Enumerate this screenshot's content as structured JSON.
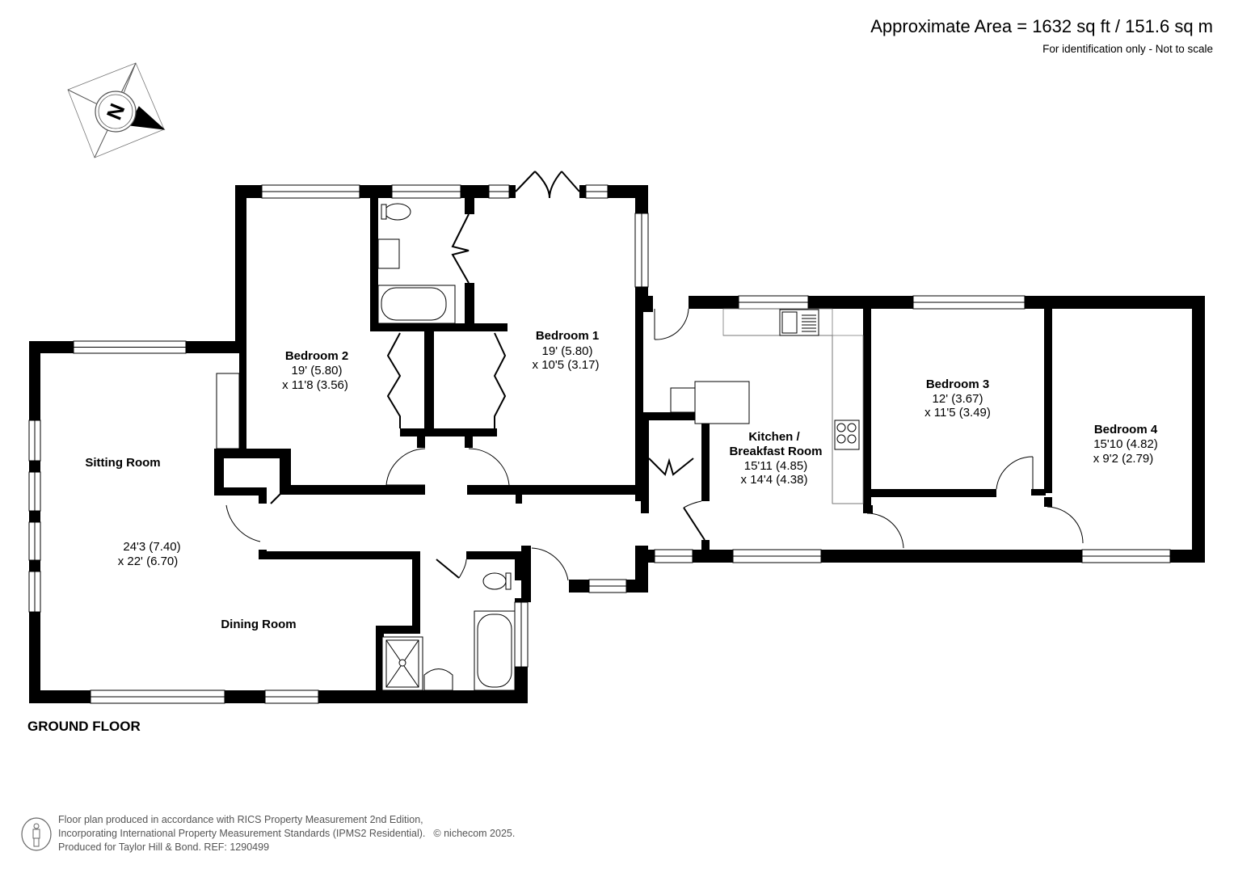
{
  "header": {
    "approximate_area": "Approximate Area = 1632 sq ft / 151.6 sq m",
    "disclaimer": "For identification only - Not to scale"
  },
  "compass": {
    "label": "N",
    "icon": "compass-rose-icon"
  },
  "floor_label": "GROUND FLOOR",
  "rooms": {
    "bedroom1": {
      "name": "Bedroom 1",
      "dim1": "19' (5.80)",
      "dim2": "x 10'5 (3.17)"
    },
    "bedroom2": {
      "name": "Bedroom 2",
      "dim1": "19' (5.80)",
      "dim2": "x 11'8 (3.56)"
    },
    "bedroom3": {
      "name": "Bedroom 3",
      "dim1": "12' (3.67)",
      "dim2": "x 11'5 (3.49)"
    },
    "bedroom4": {
      "name": "Bedroom 4",
      "dim1": "15'10 (4.82)",
      "dim2": "x 9'2 (2.79)"
    },
    "kitchen": {
      "name_line1": "Kitchen /",
      "name_line2": "Breakfast Room",
      "dim1": "15'11 (4.85)",
      "dim2": "x 14'4 (4.38)"
    },
    "sitting": {
      "name": "Sitting Room",
      "dim1": "24'3 (7.40)",
      "dim2": "x 22' (6.70)"
    },
    "dining": {
      "name": "Dining Room"
    }
  },
  "footer": {
    "line1": "Floor plan produced in accordance with RICS Property Measurement 2nd Edition,",
    "line2": "Incorporating International Property Measurement Standards (IPMS2 Residential).",
    "copyright": "© nichecom 2025.",
    "line3": "Produced for Taylor Hill & Bond.   REF: 1290499"
  }
}
